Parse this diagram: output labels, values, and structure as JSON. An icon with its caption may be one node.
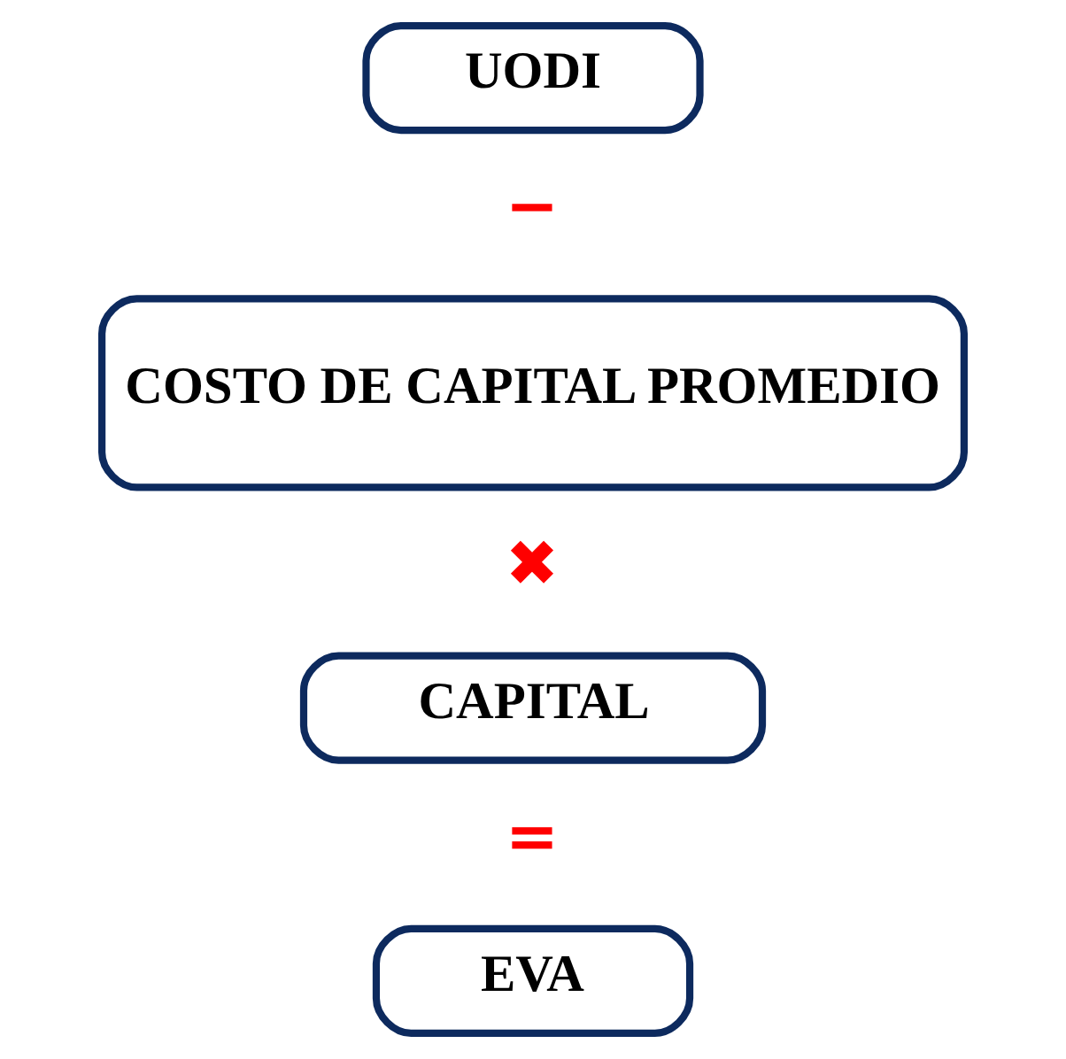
{
  "diagram": {
    "nodes": [
      {
        "text": [
          "UODI"
        ]
      },
      {
        "text": [
          "COSTO DE CAPITAL PROMEDIO"
        ]
      },
      {
        "text": [
          "CAPITAL"
        ]
      },
      {
        "text": [
          "EVA"
        ]
      }
    ],
    "labels": [
      "−",
      "✖",
      "="
    ]
  }
}
